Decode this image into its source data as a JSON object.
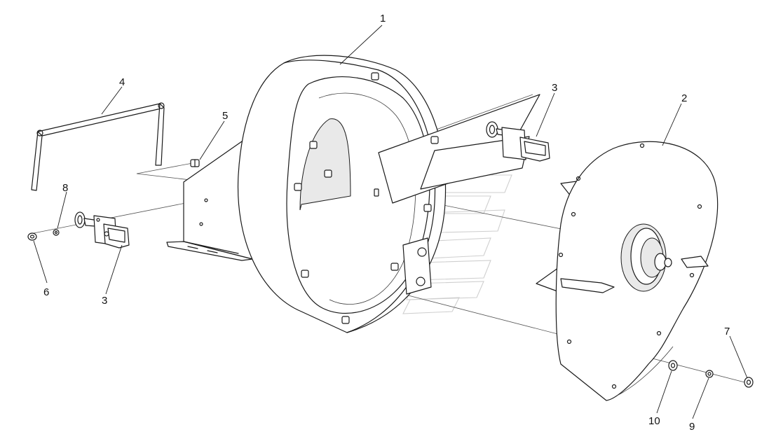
{
  "callouts": [
    {
      "id": "c1",
      "label": "1"
    },
    {
      "id": "c2",
      "label": "2"
    },
    {
      "id": "c3a",
      "label": "3"
    },
    {
      "id": "c3b",
      "label": "3"
    },
    {
      "id": "c4",
      "label": "4"
    },
    {
      "id": "c5",
      "label": "5"
    },
    {
      "id": "c6",
      "label": "6"
    },
    {
      "id": "c7",
      "label": "7"
    },
    {
      "id": "c8",
      "label": "8"
    },
    {
      "id": "c9",
      "label": "9"
    },
    {
      "id": "c10",
      "label": "10"
    }
  ]
}
